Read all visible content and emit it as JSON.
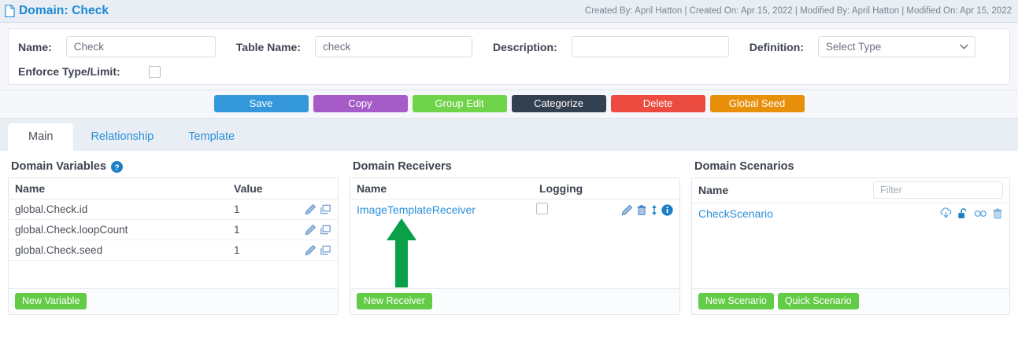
{
  "header": {
    "icon": "document-icon",
    "title": "Domain: Check",
    "meta": "Created By: April Hatton | Created On: Apr 15, 2022 | Modified By: April Hatton | Modified On: Apr 15, 2022"
  },
  "form": {
    "name_label": "Name:",
    "name_value": "Check",
    "table_label": "Table Name:",
    "table_value": "check",
    "description_label": "Description:",
    "description_value": "",
    "description_placeholder": "",
    "definition_label": "Definition:",
    "definition_value": "Select Type",
    "definition_options": [
      "Select Type"
    ],
    "enforce_label": "Enforce Type/Limit:",
    "enforce_checked": false
  },
  "actions": [
    {
      "label": "Save",
      "color": "#3498db"
    },
    {
      "label": "Copy",
      "color": "#a55bc8"
    },
    {
      "label": "Group Edit",
      "color": "#6fd44a"
    },
    {
      "label": "Categorize",
      "color": "#33404f"
    },
    {
      "label": "Delete",
      "color": "#ec4b3f"
    },
    {
      "label": "Global Seed",
      "color": "#e8900c"
    }
  ],
  "tabs": [
    {
      "label": "Main",
      "active": true
    },
    {
      "label": "Relationship",
      "active": false
    },
    {
      "label": "Template",
      "active": false
    }
  ],
  "variables_panel": {
    "title": "Domain Variables",
    "help_icon": "help-circle-icon",
    "columns": [
      "Name",
      "Value"
    ],
    "rows": [
      {
        "name": "global.Check.id",
        "value": "1"
      },
      {
        "name": "global.Check.loopCount",
        "value": "1"
      },
      {
        "name": "global.Check.seed",
        "value": "1"
      }
    ],
    "row_icons": [
      "pencil-icon",
      "clone-icon"
    ],
    "new_button": "New Variable"
  },
  "receivers_panel": {
    "title": "Domain Receivers",
    "columns": [
      "Name",
      "Logging"
    ],
    "rows": [
      {
        "name": "ImageTemplateReceiver",
        "logging": false
      }
    ],
    "row_icons": [
      "pencil-icon",
      "trash-icon",
      "reorder-icon",
      "info-icon"
    ],
    "new_button": "New Receiver"
  },
  "scenarios_panel": {
    "title": "Domain Scenarios",
    "columns": [
      "Name"
    ],
    "filter_placeholder": "Filter",
    "filter_value": "",
    "rows": [
      {
        "name": "CheckScenario"
      }
    ],
    "row_icons": [
      "cloud-download-icon",
      "unlock-icon",
      "infinity-icon",
      "trash-icon"
    ],
    "buttons": [
      "New Scenario",
      "Quick Scenario"
    ]
  },
  "annotation": {
    "type": "arrow-up",
    "color": "#0aa04a",
    "points_at": "ImageTemplateReceiver"
  },
  "colors": {
    "accent_blue": "#2a8fd8",
    "title_blue": "#1b8ad4",
    "green_button": "#62cc46",
    "panel_bg": "#e9eef4"
  }
}
